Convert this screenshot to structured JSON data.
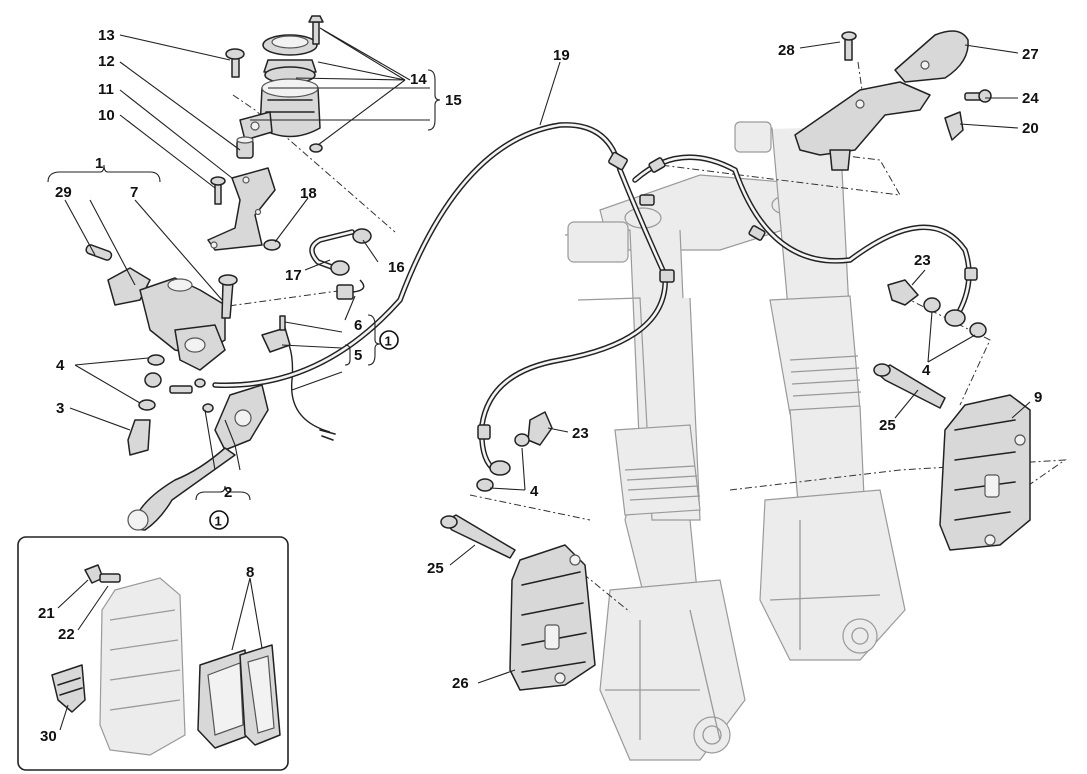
{
  "callouts": {
    "n1": "1",
    "n2": "2",
    "n3": "3",
    "n4a": "4",
    "n4b": "4",
    "n4c": "4",
    "n5": "5",
    "n6": "6",
    "n7": "7",
    "n8": "8",
    "n9": "9",
    "n10": "10",
    "n11": "11",
    "n12": "12",
    "n13": "13",
    "n14": "14",
    "n15": "15",
    "n16": "16",
    "n17": "17",
    "n18": "18",
    "n19": "19",
    "n20": "20",
    "n21": "21",
    "n22": "22",
    "n23a": "23",
    "n23b": "23",
    "n24": "24",
    "n25a": "25",
    "n25b": "25",
    "n26": "26",
    "n27": "27",
    "n28": "28",
    "n29": "29",
    "n30": "30"
  },
  "kit_markers": {
    "m56": "1",
    "m2": "1"
  }
}
